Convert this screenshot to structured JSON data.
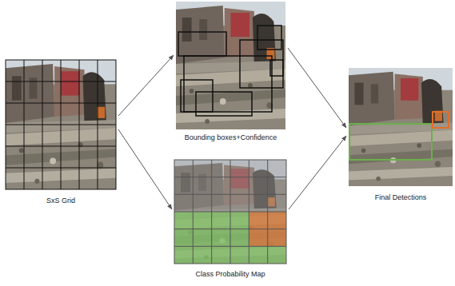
{
  "diagram": {
    "nodes": [
      {
        "text": [
          "SxS Grid"
        ]
      },
      {
        "text": [
          "Bounding boxes+Confidence"
        ]
      },
      {
        "text": [
          "Class Probability Map"
        ]
      },
      {
        "text": [
          "Final Detections"
        ]
      }
    ],
    "edges": [
      {
        "from": 0,
        "to": 1,
        "arrow": "to"
      },
      {
        "from": 0,
        "to": 2,
        "arrow": "to"
      },
      {
        "from": 1,
        "to": 3,
        "arrow": "to"
      },
      {
        "from": 2,
        "to": 3,
        "arrow": "to"
      }
    ]
  }
}
